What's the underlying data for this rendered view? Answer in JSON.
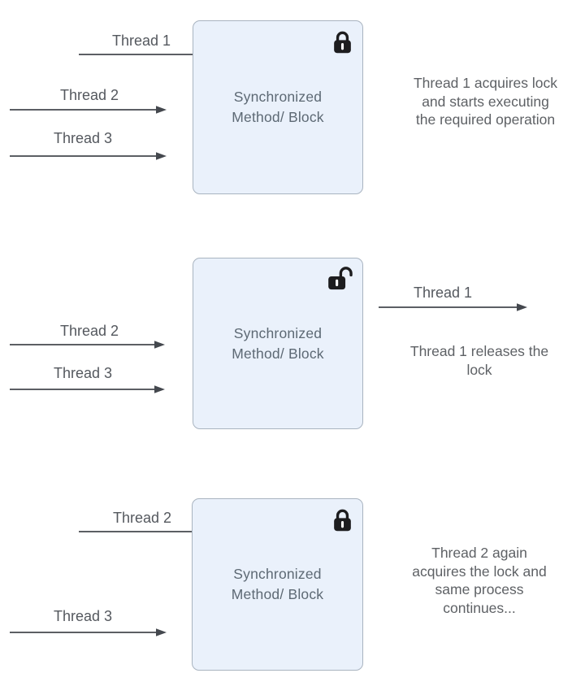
{
  "colors": {
    "background": "#ffffff",
    "box_fill": "#eaf1fb",
    "box_border": "#a9b4c0",
    "box_text": "#5d6974",
    "thread_label_text": "#54585e",
    "caption_text": "#5e6165",
    "arrow": "#44484e",
    "lock": "#1d1d1f"
  },
  "panels": [
    {
      "box_label": "Synchronized Method/ Block",
      "lock_state": "locked",
      "entering_thread": "Thread 1",
      "waiting_threads": [
        "Thread 2",
        "Thread 3"
      ],
      "caption_lines": [
        "Thread 1 acquires lock",
        "and starts executing",
        "the required operation"
      ]
    },
    {
      "box_label": "Synchronized Method/ Block",
      "lock_state": "unlocked",
      "exiting_thread": "Thread 1",
      "waiting_threads": [
        "Thread 2",
        "Thread 3"
      ],
      "caption_lines": [
        "Thread 1 releases the",
        "lock"
      ]
    },
    {
      "box_label": "Synchronized Method/ Block",
      "lock_state": "locked",
      "entering_thread": "Thread 2",
      "waiting_threads": [
        "Thread 3"
      ],
      "caption_lines": [
        "Thread 2 again",
        "acquires the lock and",
        "same process",
        "continues..."
      ]
    }
  ]
}
